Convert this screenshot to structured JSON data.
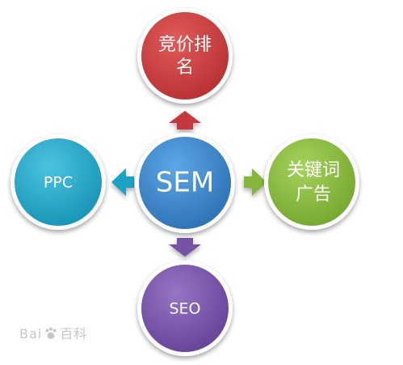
{
  "diagram": {
    "center": {
      "label": "SEM",
      "color": "#2f7bbf"
    },
    "top": {
      "lines": [
        "竞价排",
        "名"
      ],
      "color": "#c6393a"
    },
    "right": {
      "lines": [
        "关键词",
        "广告"
      ],
      "color": "#86b73b"
    },
    "bottom": {
      "lines": [
        "SEO"
      ],
      "color": "#7652a5"
    },
    "left": {
      "lines": [
        "PPC"
      ],
      "color": "#1ba2c4"
    }
  },
  "watermark": {
    "left_text": "Bai",
    "right_text": "百科",
    "paw_icon": "paw-icon"
  }
}
